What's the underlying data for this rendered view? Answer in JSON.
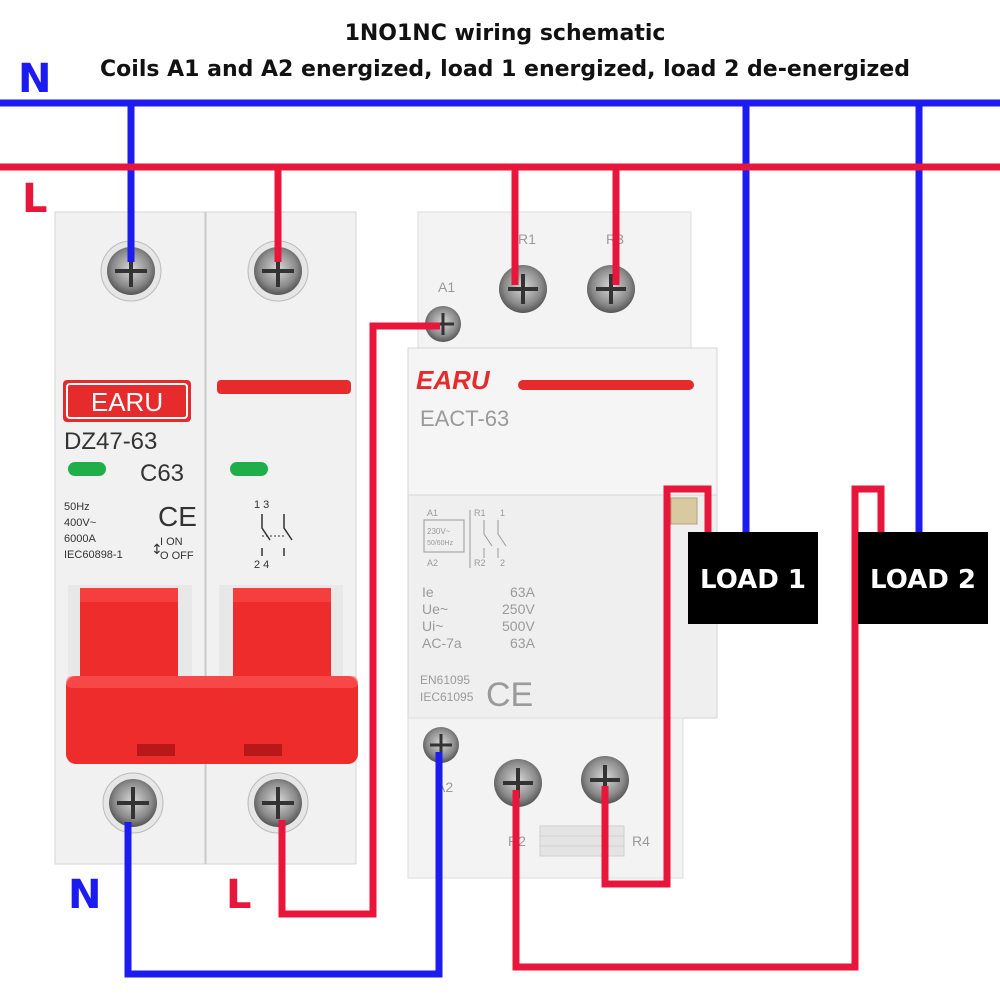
{
  "title": "1NO1NC wiring schematic",
  "subtitle": "Coils A1 and A2 energized, load 1 energized, load 2 de-energized",
  "rail_labels": {
    "n_top": "N",
    "l_top": "L",
    "n_bottom": "N",
    "l_bottom": "L"
  },
  "colors": {
    "neutral": "#1c1cf0",
    "line": "#e8163a",
    "brand_red": "#e52b2b",
    "breaker_red": "#ee2c2c",
    "load_box": "#000000"
  },
  "breaker": {
    "brand": "EARU",
    "model": "DZ47-63",
    "rating": "C63",
    "ce": "CE",
    "specs": [
      "50Hz",
      "400V~",
      "6000A",
      "IEC60898-1"
    ],
    "on_label": "I ON",
    "off_label": "O OFF",
    "pole_top": "1  3",
    "pole_bottom": "2  4"
  },
  "contactor": {
    "brand": "EARU",
    "model": "EACT-63",
    "terminals": {
      "a1": "A1",
      "a2": "A2",
      "r1": "R1",
      "r2": "R2",
      "r3": "R3",
      "r4": "R4"
    },
    "schematic": {
      "a1": "A1",
      "a2": "A2",
      "coil_v": "230V~",
      "coil_hz": "50/60Hz",
      "r1": "R1",
      "r2": "R2",
      "c1": "1",
      "c2": "2"
    },
    "ratings": [
      {
        "label": "Ie",
        "value": "63A"
      },
      {
        "label": "Ue~",
        "value": "250V"
      },
      {
        "label": "Ui~",
        "value": "500V"
      },
      {
        "label": "AC-7a",
        "value": "63A"
      }
    ],
    "standards": [
      "EN61095",
      "IEC61095"
    ],
    "ce": "CE"
  },
  "loads": {
    "load1": "LOAD 1",
    "load2": "LOAD 2"
  }
}
